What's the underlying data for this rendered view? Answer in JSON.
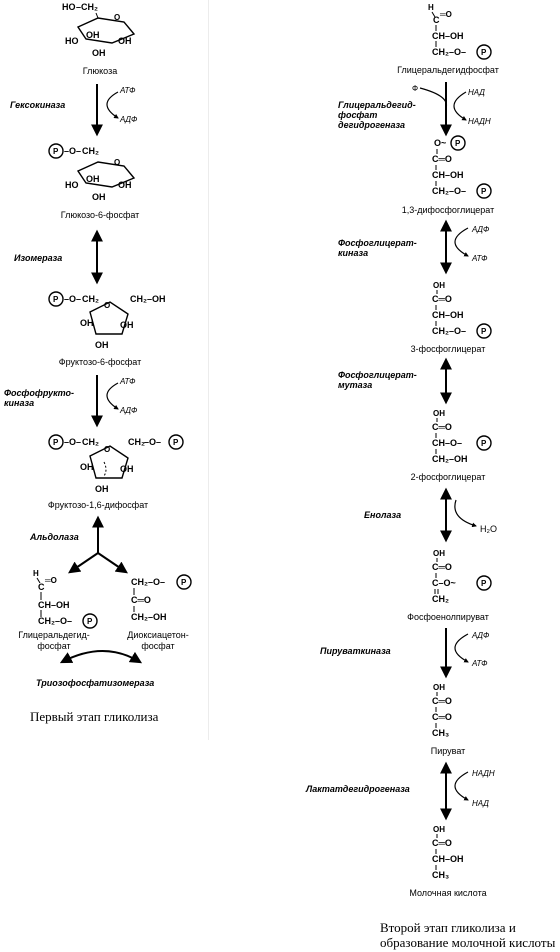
{
  "stage1": {
    "caption": "Первый этап гликолиза",
    "compounds": {
      "glucose": "Глюкоза",
      "g6p": "Глюкозо-6-фосфат",
      "f6p": "Фруктозо-6-фосфат",
      "f16bp": "Фруктозо-1,6-дифосфат",
      "gap_line1": "Глицеральдегид-",
      "gap_line2": "фосфат",
      "dhap_line1": "Диоксиацетон-",
      "dhap_line2": "фосфат"
    },
    "enzymes": {
      "hexokinase": "Гексокиназа",
      "isomerase": "Изомераза",
      "pfk_line1": "Фосфофрукто-",
      "pfk_line2": "киназа",
      "aldolase": "Альдолаза",
      "tpi": "Триозофосфатизомераза"
    },
    "cofactors": {
      "atp_in_1": "АТФ",
      "adp_out_1": "АДФ",
      "atp_in_2": "АТФ",
      "adp_out_2": "АДФ"
    }
  },
  "stage2": {
    "caption_line1": "Второй этап гликолиза и",
    "caption_line2": "образование молочной кислоты",
    "compounds": {
      "gap": "Глицеральдегидфосфат",
      "bpg13": "1,3-дифосфоглицерат",
      "pg3": "3-фосфоглицерат",
      "pg2": "2-фосфоглицерат",
      "pep": "Фосфоенолпируват",
      "pyruvate": "Пируват",
      "lactate": "Молочная кислота"
    },
    "enzymes": {
      "gapdh_line1": "Глицеральдегид-",
      "gapdh_line2": "фосфат",
      "gapdh_line3": "дегидрогеназа",
      "pgk_line1": "Фосфоглицерат-",
      "pgk_line2": "киназа",
      "pgm_line1": "Фосфоглицерат-",
      "pgm_line2": "мутаза",
      "enolase": "Енолаза",
      "pk": "Пируваткиназа",
      "ldh": "Лактатдегидрогеназа"
    },
    "cofactors": {
      "phi": "Ф",
      "nad_in": "НАД",
      "nadh_out": "НАДН",
      "adp_pgk": "АДФ",
      "atp_pgk": "АТФ",
      "water": "H₂O",
      "adp_pk": "АДФ",
      "atp_pk": "АТФ",
      "nadh_ldh": "НАДН",
      "nad_ldh": "НАД"
    }
  },
  "formula_text": {
    "ho": "HO",
    "oh": "OH",
    "ch2": "CH₂",
    "ch2_dash": "–CH₂",
    "o_dash": "–O–",
    "p": "P",
    "h": "H",
    "c": "C",
    "o_eq": "═O",
    "c_eq_o": "C═O",
    "ch_oh": "CH–OH",
    "ch2_o": "CH₂–O–",
    "ch2_oh": "CH₂–OH",
    "ch2_oh_short": "CH₂–OH",
    "o_tilde": "O~",
    "c_o_tilde": "C–O~",
    "eq_ch2": "CH₂",
    "ch_o": "CH–O–",
    "ch3": "CH₃",
    "ch2o": "CH₂–O–"
  }
}
